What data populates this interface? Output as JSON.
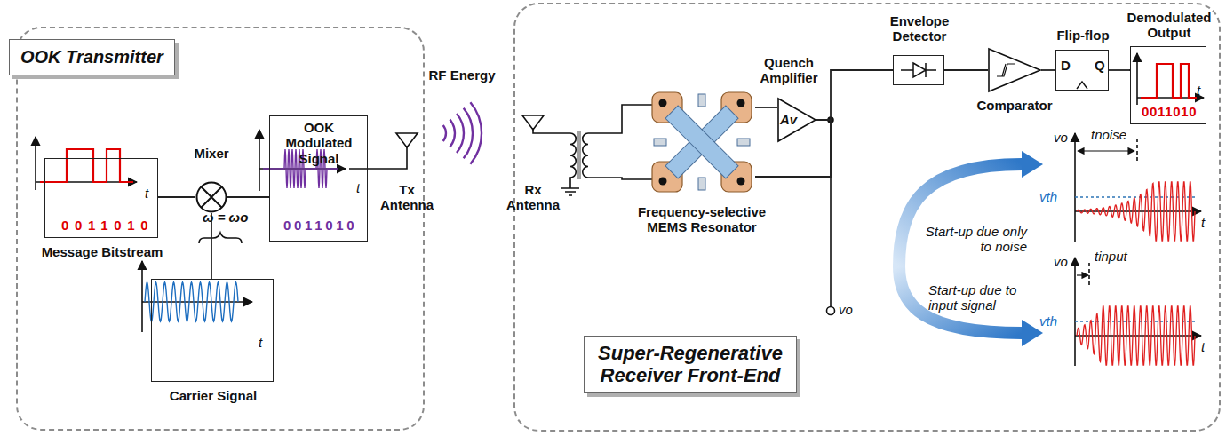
{
  "diagram": {
    "nodes": [
      {
        "text": [
          "OOK Transmitter"
        ]
      },
      {
        "text": [
          "Message Bitstream",
          "t",
          "0011010"
        ],
        "in": 0
      },
      {
        "text": [
          "Mixer"
        ],
        "in": 0
      },
      {
        "text": [
          "OOK Modulated Signal",
          "t",
          "0011010"
        ],
        "in": 0
      },
      {
        "text": [
          "Carrier Signal",
          "t"
        ],
        "in": 0
      },
      {
        "text": [
          "Super-Regenerative Receiver Front-End"
        ]
      },
      {
        "text": [
          "Frequency-selective MEMS Resonator"
        ],
        "in": 5
      },
      {
        "text": [
          "Quench Amplifier",
          "Av"
        ],
        "in": 5
      },
      {
        "text": [
          "Envelope Detector"
        ],
        "in": 5
      },
      {
        "text": [
          "Comparator"
        ],
        "in": 5
      },
      {
        "text": [
          "Flip-flop",
          "D",
          "Q"
        ],
        "in": 5
      },
      {
        "text": [
          "Demodulated Output",
          "t",
          "0011010"
        ],
        "in": 5
      }
    ],
    "edges": [
      {
        "from": 1,
        "to": 2,
        "arrow": "none"
      },
      {
        "from": 4,
        "to": 2,
        "arrow": "none"
      },
      {
        "from": 2,
        "to": 3,
        "arrow": "none"
      },
      {
        "from": 6,
        "to": 7,
        "arrow": "none"
      },
      {
        "from": 7,
        "to": 8,
        "arrow": "none"
      },
      {
        "from": 8,
        "to": 9,
        "arrow": "none"
      },
      {
        "from": 9,
        "to": 10,
        "arrow": "none"
      },
      {
        "from": 10,
        "to": 11,
        "arrow": "none"
      },
      {
        "from": 7,
        "to": 6,
        "arrow": "none"
      }
    ],
    "labels": [
      "ω = ωo",
      "RF Energy",
      "Tx Antenna",
      "Rx Antenna",
      "vo",
      "Start-up due only to noise",
      "Start-up due to input signal",
      "vo",
      "tnoise",
      "vth",
      "t",
      "vo",
      "tinput",
      "vth",
      "t"
    ]
  }
}
